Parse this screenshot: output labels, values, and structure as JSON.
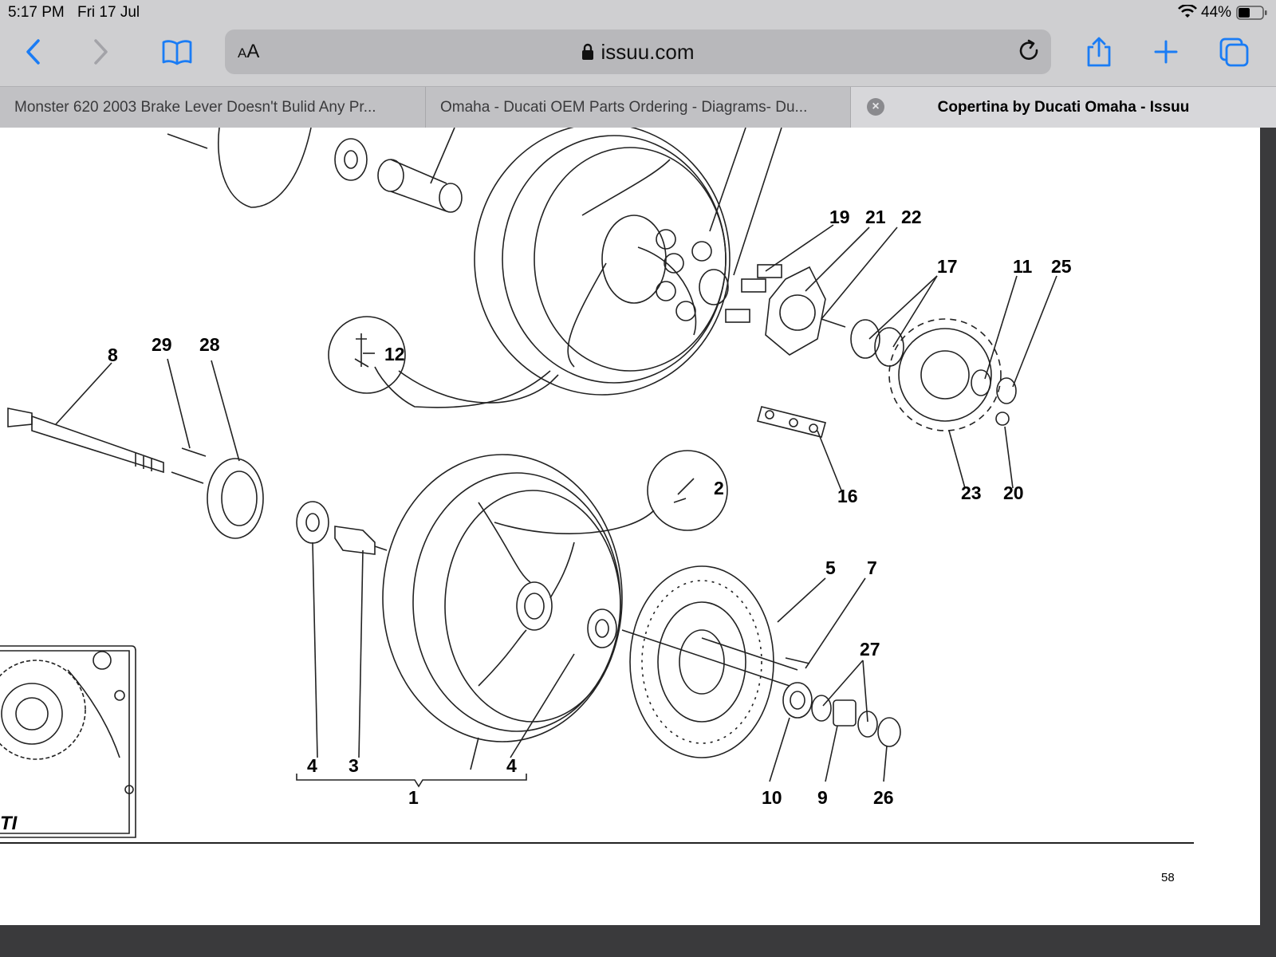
{
  "status": {
    "time": "5:17 PM",
    "date": "Fri 17 Jul",
    "battery": "44%"
  },
  "toolbar": {
    "text_size_label": "AA",
    "url": "issuu.com",
    "buttons": [
      "back-icon",
      "forward-icon",
      "bookmarks-icon",
      "reload-icon",
      "share-icon",
      "new-tab-icon",
      "tabs-icon"
    ]
  },
  "tabs": [
    {
      "label": "Monster 620 2003 Brake Lever Doesn't Bulid Any Pr..."
    },
    {
      "label": "Omaha - Ducati OEM Parts Ordering - Diagrams- Du..."
    },
    {
      "label": "Copertina by Ducati Omaha - Issuu",
      "active": true
    }
  ],
  "diagram": {
    "callouts": [
      "19",
      "21",
      "22",
      "17",
      "11",
      "25",
      "8",
      "29",
      "28",
      "12",
      "2",
      "16",
      "23",
      "20",
      "5",
      "7",
      "27",
      "4",
      "3",
      "4",
      "1",
      "10",
      "9",
      "26"
    ],
    "page_number": "58",
    "logo_text": "TI"
  }
}
